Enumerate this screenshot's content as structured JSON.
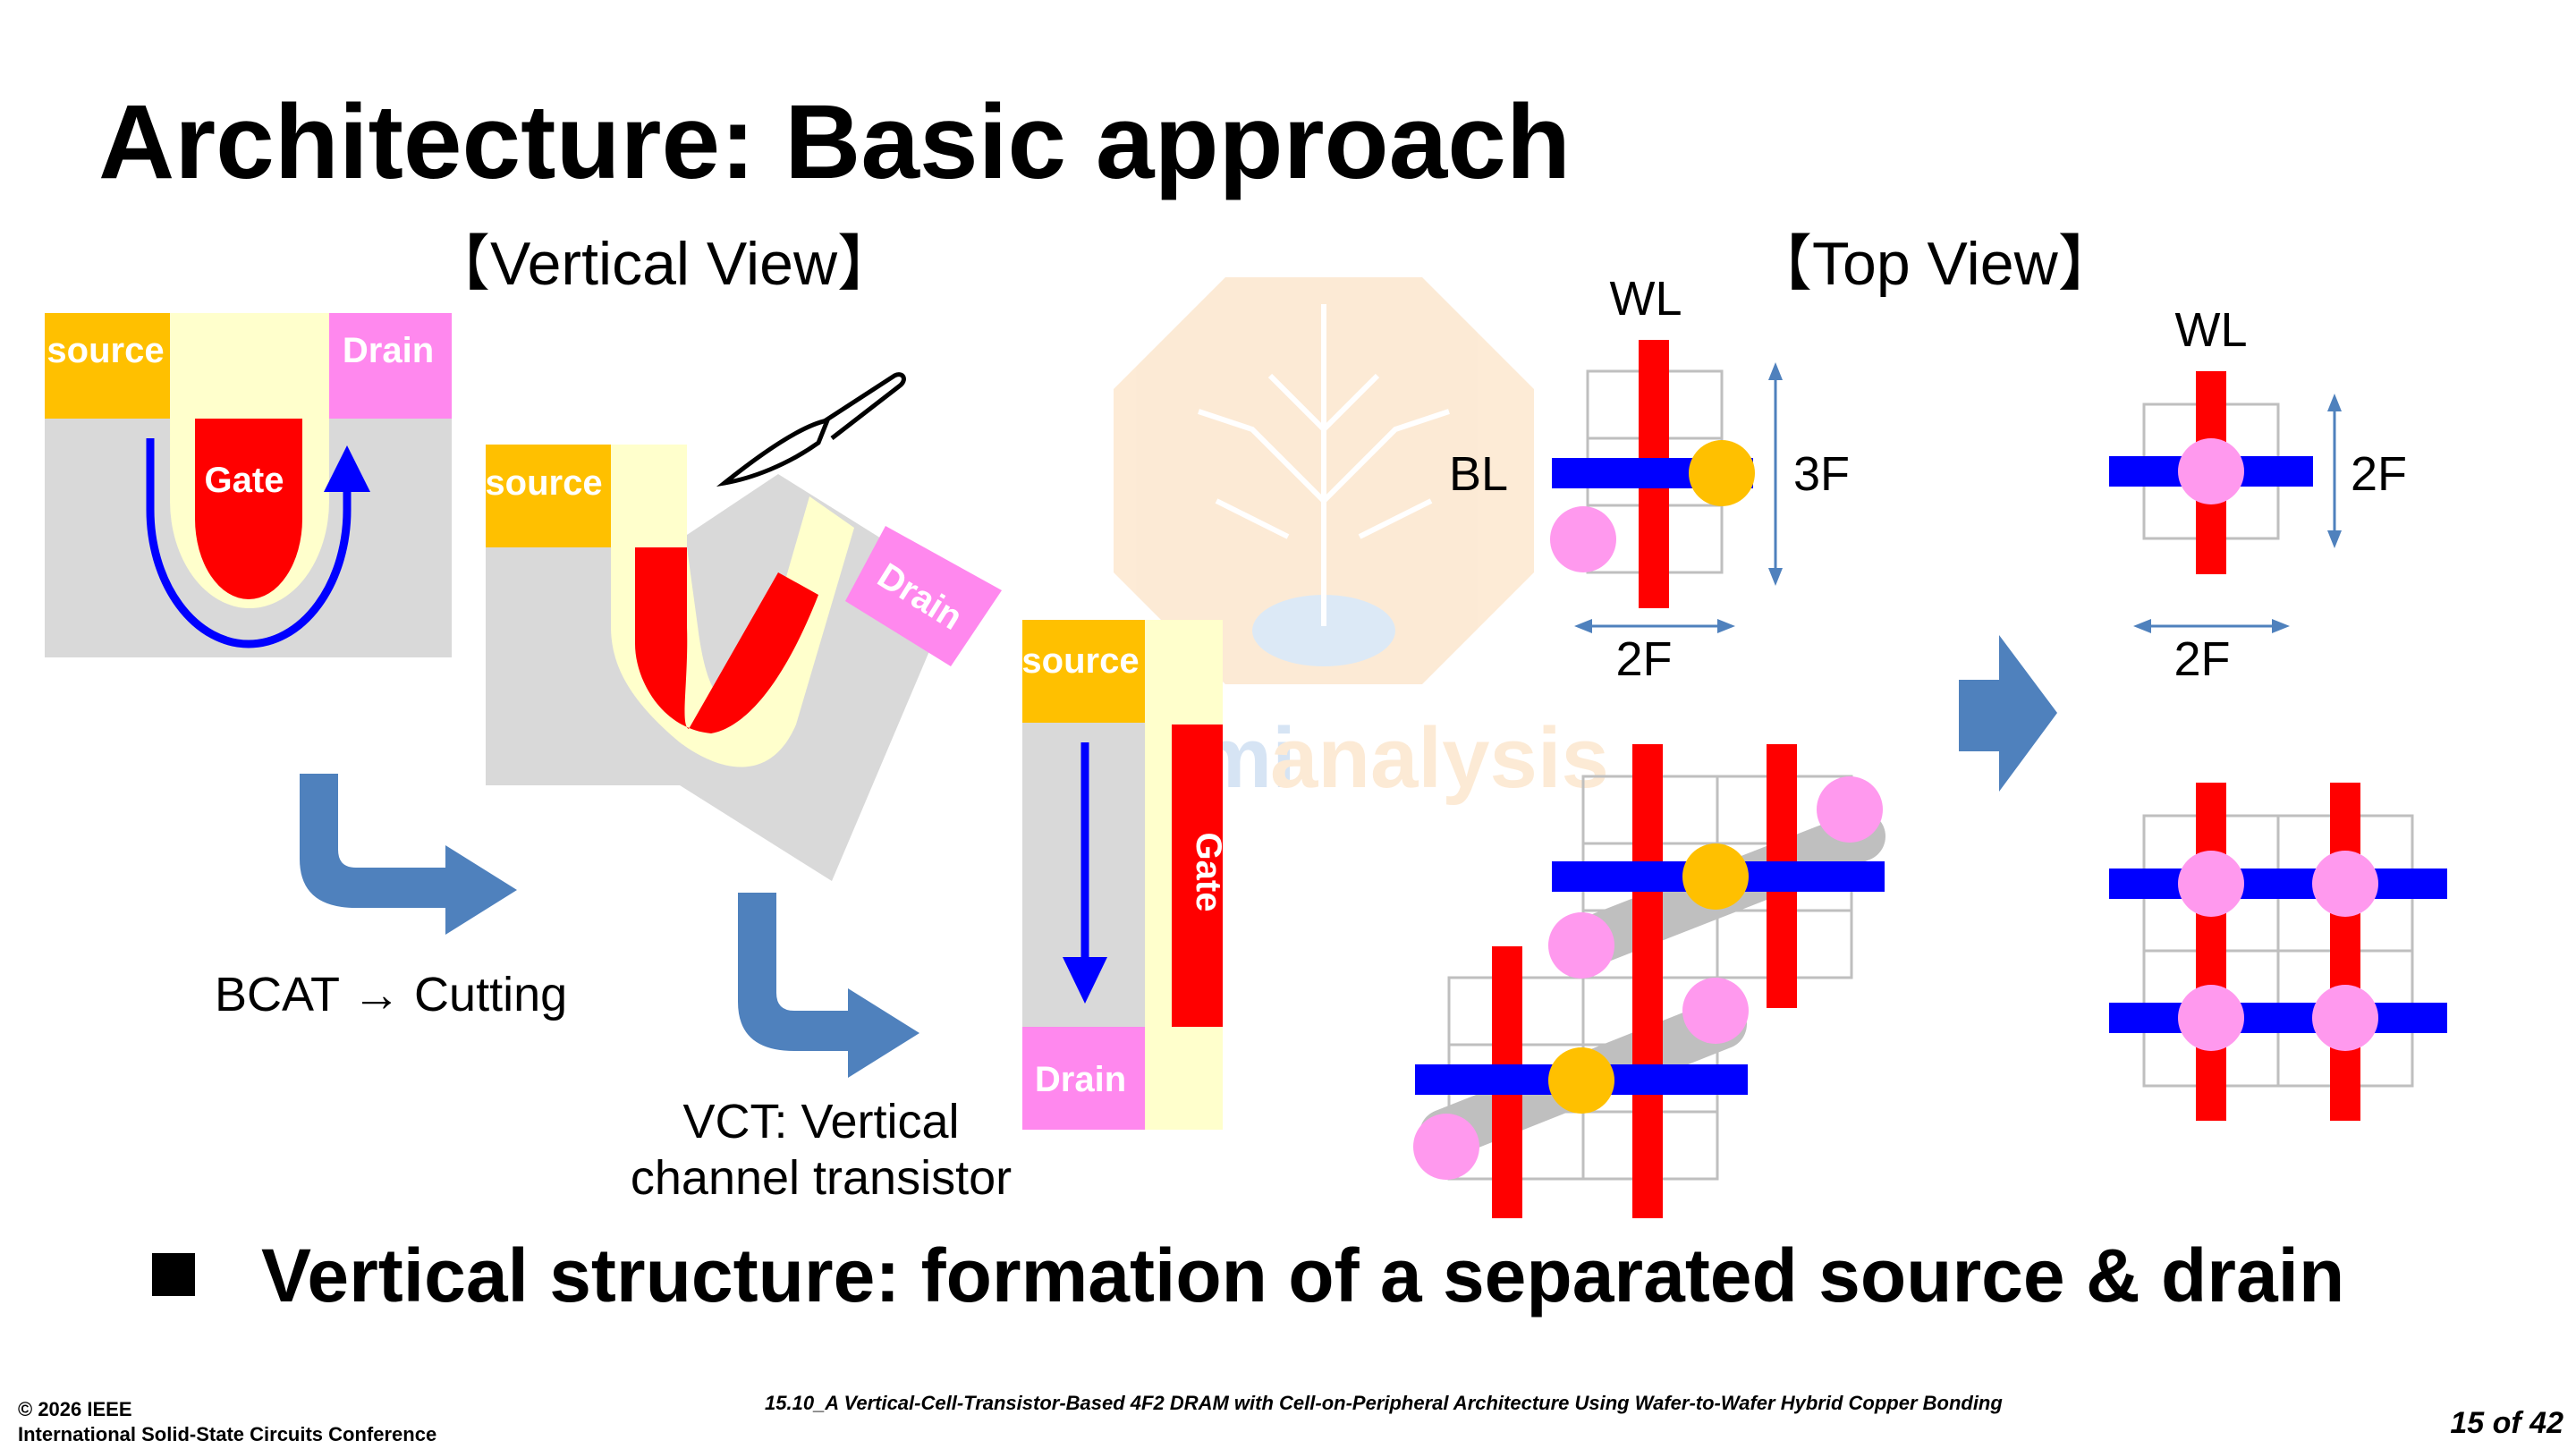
{
  "slide": {
    "title": "Architecture: Basic approach",
    "bullet": "Vertical structure: formation of a separated source & drain"
  },
  "vertical_view": {
    "heading": "【Vertical View】",
    "bcat": {
      "source": "source",
      "drain": "Drain",
      "gate": "Gate"
    },
    "cut": {
      "source": "source",
      "drain": "Drain"
    },
    "vct": {
      "source": "source",
      "drain": "Drain",
      "gate": "Gate"
    },
    "caption_bcat": "BCAT → Cutting",
    "caption_vct_line1": "VCT: Vertical",
    "caption_vct_line2": "channel transistor"
  },
  "top_view": {
    "heading": "【Top View】",
    "left_cell": {
      "wl": "WL",
      "bl": "BL",
      "height": "3F",
      "width": "2F"
    },
    "right_cell": {
      "wl": "WL",
      "height": "2F",
      "width": "2F"
    }
  },
  "watermark": {
    "text_a": "semi",
    "text_b": "analysis"
  },
  "footer": {
    "copyright": "© 2026 IEEE",
    "conference": "International Solid-State Circuits Conference",
    "paper": "15.10_A Vertical-Cell-Transistor-Based 4F2 DRAM with Cell-on-Peripheral Architecture Using Wafer-to-Wafer Hybrid Copper Bonding",
    "page": "15 of 42"
  },
  "colors": {
    "source": "#FFC000",
    "drain": "#FF88EE",
    "gate": "#FF0000",
    "oxide": "#FFFFCC",
    "substrate": "#D9D9D9",
    "arrow": "#4F81BD",
    "bitline": "#0000FF",
    "storage_node": "#FF99EE"
  }
}
